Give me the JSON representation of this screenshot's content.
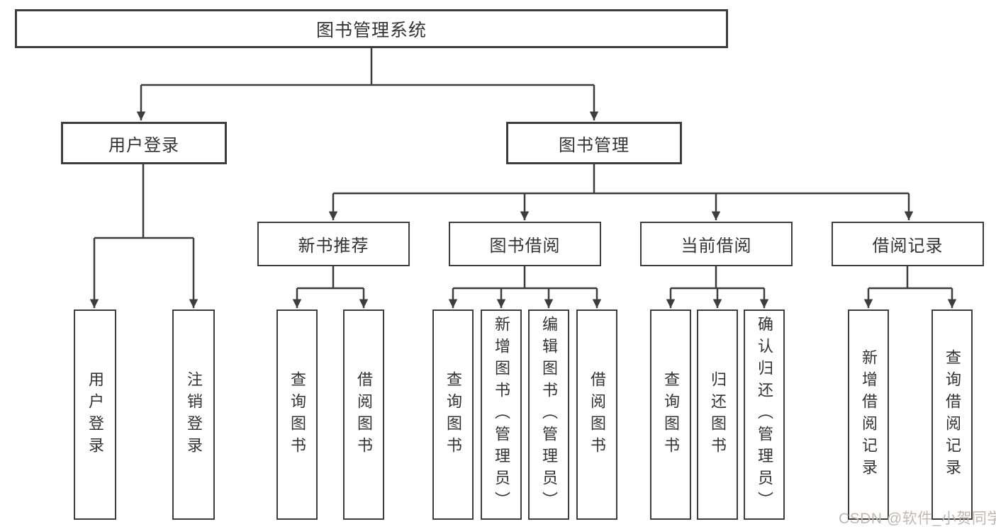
{
  "diagram": {
    "colors": {
      "line": "#3d3d3d",
      "box_border": "#3d3d3d",
      "text": "#333333",
      "background": "#ffffff",
      "watermark": "#c0b6b6"
    },
    "root": {
      "label": "图书管理系统"
    },
    "branches": [
      {
        "label": "用户登录",
        "children": [
          {
            "label": "用户登录"
          },
          {
            "label": "注销登录"
          }
        ]
      },
      {
        "label": "图书管理",
        "children": [
          {
            "label": "新书推荐",
            "children": [
              {
                "label": "查询图书"
              },
              {
                "label": "借阅图书"
              }
            ]
          },
          {
            "label": "图书借阅",
            "children": [
              {
                "label": "查询图书"
              },
              {
                "label": "新增图书（管理员）"
              },
              {
                "label": "编辑图书（管理员）"
              },
              {
                "label": "借阅图书"
              }
            ]
          },
          {
            "label": "当前借阅",
            "children": [
              {
                "label": "查询图书"
              },
              {
                "label": "归还图书"
              },
              {
                "label": "确认归还（管理员）"
              }
            ]
          },
          {
            "label": "借阅记录",
            "children": [
              {
                "label": "新增借阅记录"
              },
              {
                "label": "查询借阅记录"
              }
            ]
          }
        ]
      }
    ],
    "watermark": "CSDN @软件_小贺同学"
  }
}
